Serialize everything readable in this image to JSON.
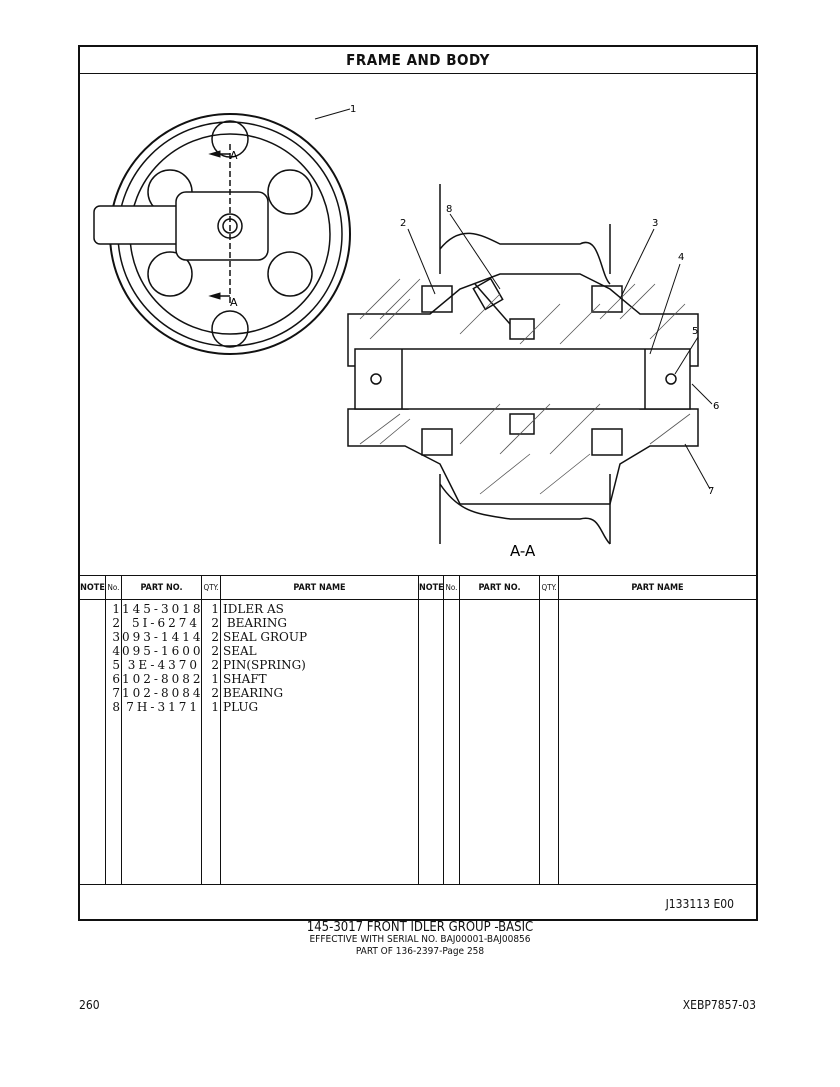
{
  "section_title": "FRAME AND BODY",
  "drawing": {
    "callouts": [
      "1",
      "2",
      "3",
      "4",
      "5",
      "6",
      "7",
      "8"
    ],
    "section_marker": "A",
    "section_label": "A-A"
  },
  "table": {
    "headers": {
      "note": "NOTE",
      "no": "No.",
      "part_no": "PART NO.",
      "qty": "QTY.",
      "part_name": "PART NAME"
    },
    "rows": [
      {
        "no": "1",
        "part_no": "145-3018",
        "qty": "1",
        "part_name": "IDLER AS"
      },
      {
        "no": "2",
        "part_no": "5I-6274",
        "qty": "2",
        "part_name": " BEARING"
      },
      {
        "no": "3",
        "part_no": "093-1414",
        "qty": "2",
        "part_name": "SEAL GROUP"
      },
      {
        "no": "4",
        "part_no": "095-1600",
        "qty": "2",
        "part_name": "SEAL"
      },
      {
        "no": "5",
        "part_no": "3E-4370",
        "qty": "2",
        "part_name": "PIN(SPRING)"
      },
      {
        "no": "6",
        "part_no": "102-8082",
        "qty": "1",
        "part_name": "SHAFT"
      },
      {
        "no": "7",
        "part_no": "102-8084",
        "qty": "2",
        "part_name": "BEARING"
      },
      {
        "no": "8",
        "part_no": "7H-3171",
        "qty": "1",
        "part_name": "PLUG"
      }
    ]
  },
  "drawing_code": "J133113  E00",
  "caption": {
    "line1": "145-3017 FRONT IDLER GROUP -BASIC",
    "line2": "EFFECTIVE WITH SERIAL NO. BAJ00001-BAJ00856",
    "line3": "PART OF 136-2397-Page 258"
  },
  "page_number": "260",
  "document_code": "XEBP7857-03"
}
